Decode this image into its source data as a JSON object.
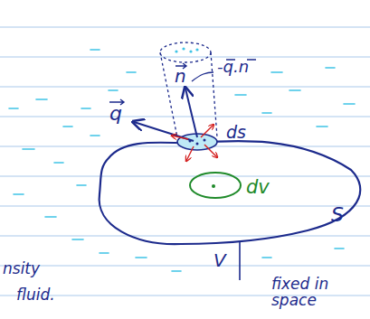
{
  "diagram": {
    "labels": [
      "q",
      "n",
      "-q.n",
      "ds",
      "dv",
      "S",
      "V",
      "fixed in space",
      "nsity",
      "fluid."
    ]
  }
}
